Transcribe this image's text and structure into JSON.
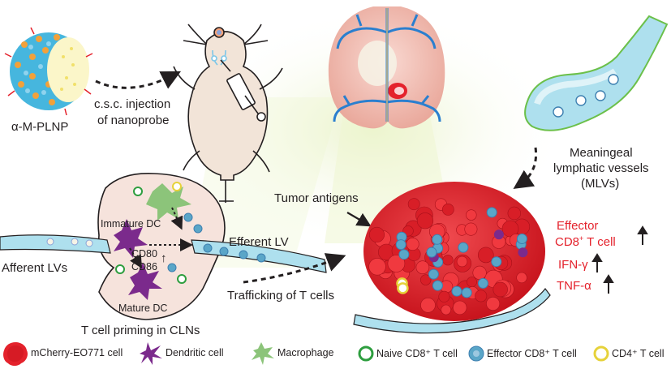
{
  "labels": {
    "nanoprobe": "α-M-PLNP",
    "injection_line1": "c.s.c. injection",
    "injection_line2": "of nanoprobe",
    "mlv_line1": "Meaningeal",
    "mlv_line2": "lymphatic vessels",
    "mlv_line3": "(MLVs)",
    "tumor_antigens": "Tumor antigens",
    "immature_dc": "Immature DC",
    "cd80": "CD80",
    "cd86": "CD86",
    "mature_dc": "Mature DC",
    "afferent_lvs": "Afferent LVs",
    "efferent_lv": "Efferent LV",
    "trafficking": "Trafficking of T cells",
    "priming": "T cell priming in CLNs",
    "effector_line1": "Effector",
    "effector_line2_pre": "CD8",
    "effector_line2_sup": "+",
    "effector_line2_post": " T cell",
    "ifn": "IFN-γ",
    "tnf": "TNF-α",
    "up_arrow": "↑"
  },
  "legend": [
    {
      "icon": "tumor-cell-icon",
      "label": "mCherry-EO771 cell"
    },
    {
      "icon": "dendritic-cell-icon",
      "label": "Dendritic cell"
    },
    {
      "icon": "macrophage-icon",
      "label": "Macrophage"
    },
    {
      "icon": "naive-t-cell-icon",
      "label": "Naive CD8⁺ T cell"
    },
    {
      "icon": "effector-t-cell-icon",
      "label": "Effector CD8⁺ T cell"
    },
    {
      "icon": "cd4-t-cell-icon",
      "label": "CD4⁺ T cell"
    }
  ],
  "colors": {
    "tumor": "#e4222c",
    "dendritic": "#7b2a8c",
    "macrophage": "#8cc47a",
    "naive_ring": "#2e9e3f",
    "effector_fill": "#5aa6c8",
    "cd4_ring": "#e6d23a",
    "vessel": "#aee0ee",
    "lymph_node": "#f6e3dc",
    "highlight_text": "#e4222c"
  }
}
